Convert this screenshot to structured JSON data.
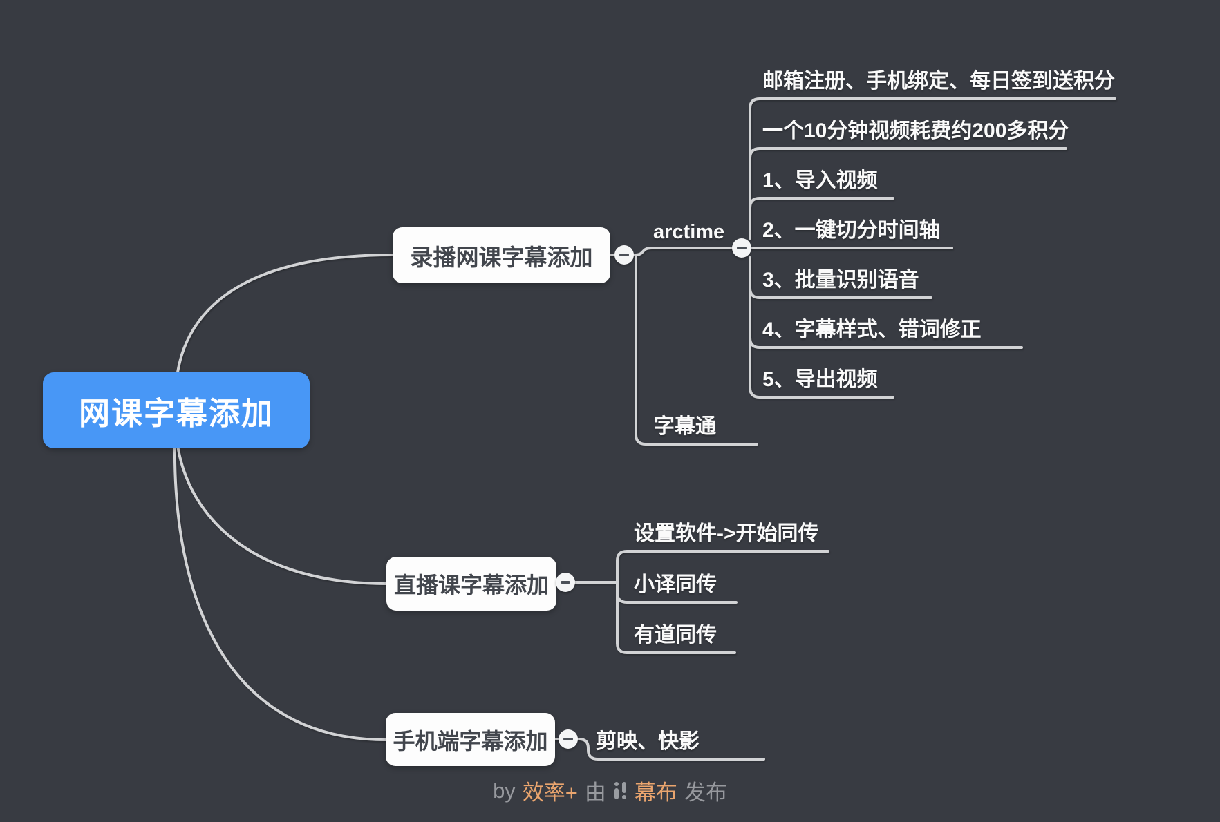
{
  "colors": {
    "background": "#383b42",
    "root_blue": "#4897f6",
    "node_white": "#fdfdfd",
    "node_text": "#42464d",
    "leaf_text": "#fafafa",
    "connector_gray": "#d2d3d5",
    "footer_gray": "#97999e",
    "footer_orange": "#eaa56e"
  },
  "mindmap": {
    "root": {
      "label": "网课字幕添加"
    },
    "branches": [
      {
        "label": "录播网课字幕添加",
        "children": [
          {
            "label": "arctime",
            "children": [
              {
                "label": "邮箱注册、手机绑定、每日签到送积分"
              },
              {
                "label": "一个10分钟视频耗费约200多积分"
              },
              {
                "label": "1、导入视频"
              },
              {
                "label": "2、一键切分时间轴"
              },
              {
                "label": "3、批量识别语音"
              },
              {
                "label": "4、字幕样式、错词修正"
              },
              {
                "label": "5、导出视频"
              }
            ]
          },
          {
            "label": "字幕通"
          }
        ]
      },
      {
        "label": "直播课字幕添加",
        "children": [
          {
            "label": "设置软件->开始同传"
          },
          {
            "label": "小译同传"
          },
          {
            "label": "有道同传"
          }
        ]
      },
      {
        "label": "手机端字幕添加",
        "children": [
          {
            "label": "剪映、快影"
          }
        ]
      }
    ]
  },
  "footer": {
    "prefix": "by",
    "tool": "效率+",
    "via": "由",
    "brand": "幕布",
    "suffix": "发布"
  }
}
